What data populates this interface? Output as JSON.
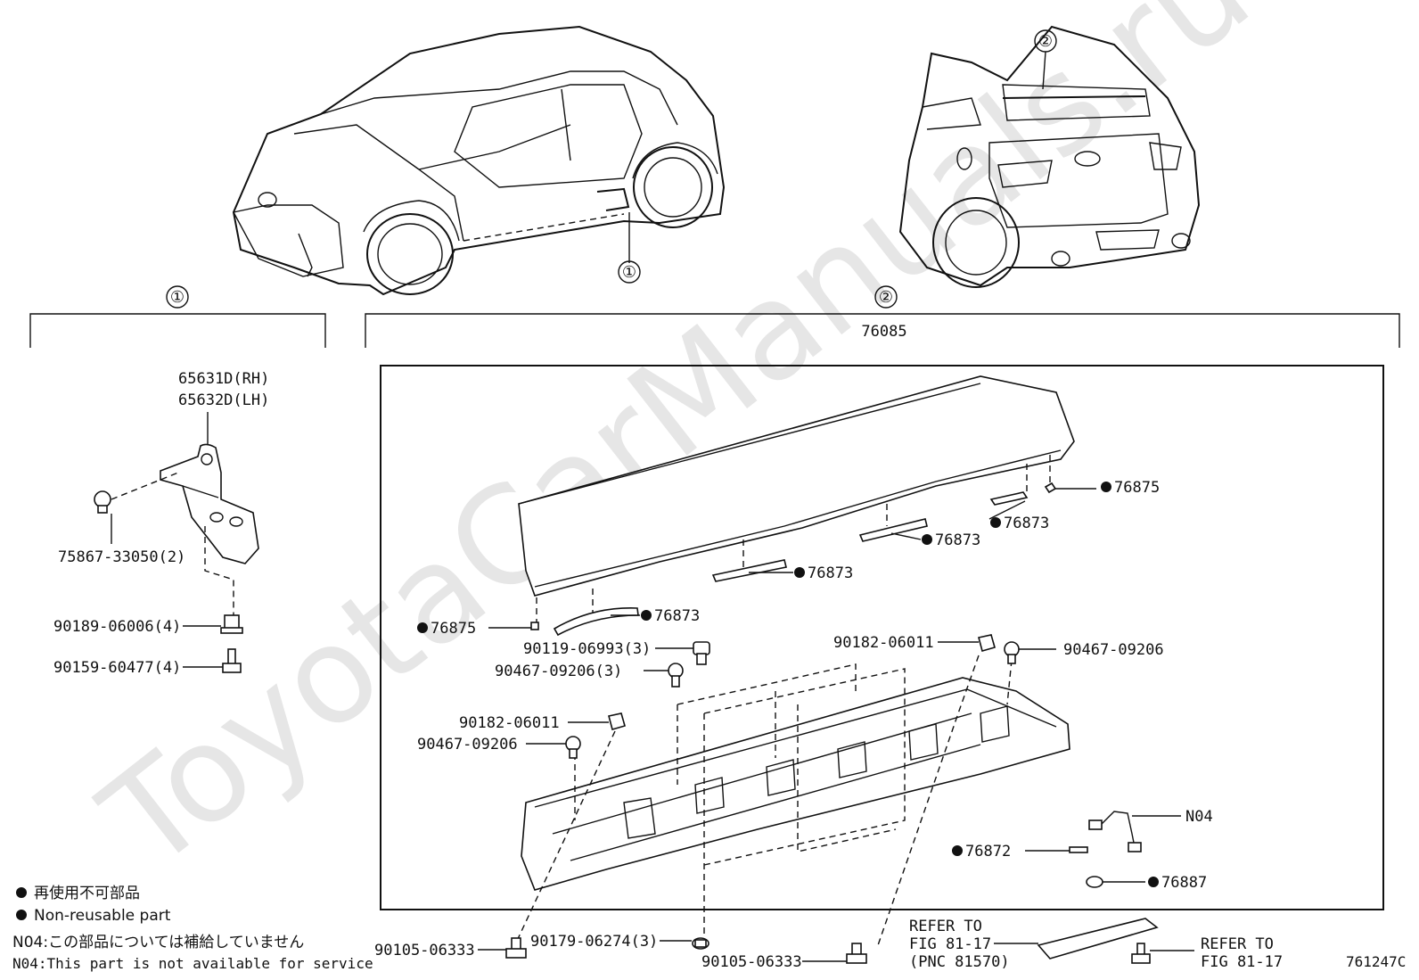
{
  "callouts": {
    "c1": "①",
    "c2": "②"
  },
  "headers": {
    "group1": "①",
    "group2": "②",
    "assembly": "76085"
  },
  "watermark": "ToyotaCarManuals.ru",
  "parts": {
    "bracket_rh": "65631D(RH)",
    "bracket_lh": "65632D(LH)",
    "screw_75867": "75867-33050(2)",
    "nut_90189": "90189-06006(4)",
    "screw_90159": "90159-60477(4)",
    "p76875_right": "76875",
    "p76873_a": "76873",
    "p76873_b": "76873",
    "p76873_c": "76873",
    "p76873_d": "76873",
    "p76875_left": "76875",
    "clip_90119": "90119-06993(3)",
    "screw_90467_3": "90467-09206(3)",
    "clip_90182_right": "90182-06011",
    "screw_90467_right": "90467-09206",
    "clip_90182_left": "90182-06011",
    "screw_90467_left": "90467-09206",
    "n04": "N04",
    "p76872": "76872",
    "p76887": "76887",
    "bolt_90105_left": "90105-06333",
    "clip_90179": "90179-06274(3)",
    "bolt_90105_mid": "90105-06333",
    "refer1_line1": "REFER TO",
    "refer1_line2": "FIG 81-17",
    "refer1_line3": "(PNC 81570)",
    "refer2_line1": "REFER TO",
    "refer2_line2": "FIG 81-17"
  },
  "legend": {
    "jp_nonreusable": "再使用不可部品",
    "en_nonreusable": "Non-reusable part",
    "jp_n04": "N04:この部品については補給していません",
    "en_n04": "N04:This part is not available for service"
  },
  "figure_id": "761247C"
}
